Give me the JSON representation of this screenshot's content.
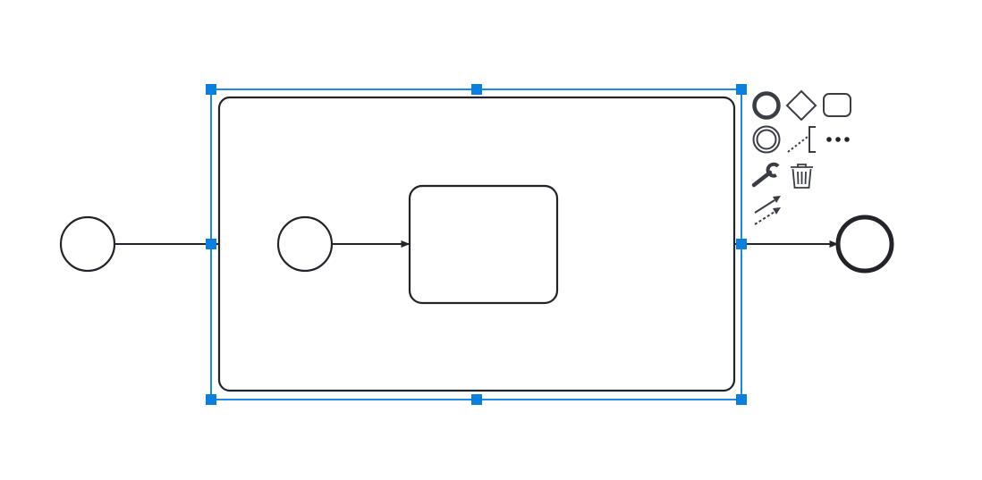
{
  "diagram": {
    "type": "bpmn-modeler",
    "elements": [
      {
        "id": "start-event-outer",
        "kind": "start-event",
        "label": ""
      },
      {
        "id": "subprocess",
        "kind": "expanded-subprocess",
        "label": "",
        "selected": true
      },
      {
        "id": "start-event-inner",
        "kind": "start-event",
        "label": ""
      },
      {
        "id": "task",
        "kind": "task",
        "label": ""
      },
      {
        "id": "end-event",
        "kind": "end-event",
        "label": ""
      }
    ],
    "flows": [
      {
        "from": "start-event-outer",
        "to": "subprocess"
      },
      {
        "from": "start-event-inner",
        "to": "task"
      },
      {
        "from": "subprocess",
        "to": "end-event"
      }
    ]
  },
  "context_pad": {
    "entries": [
      {
        "name": "append-end-event",
        "icon": "end-event-icon"
      },
      {
        "name": "append-gateway",
        "icon": "gateway-icon"
      },
      {
        "name": "append-task",
        "icon": "task-icon"
      },
      {
        "name": "append-intermediate-event",
        "icon": "intermediate-event-icon"
      },
      {
        "name": "append-text-annotation",
        "icon": "text-annotation-icon"
      },
      {
        "name": "more",
        "icon": "more-icon"
      },
      {
        "name": "change-type",
        "icon": "wrench-icon"
      },
      {
        "name": "delete",
        "icon": "trash-icon"
      },
      {
        "name": "connect",
        "icon": "connect-icon"
      }
    ]
  },
  "colors": {
    "stroke": "#22242a",
    "selection": "#1a8ae6",
    "handle": "#0b7fe0",
    "pad_icon": "#3a3d44"
  }
}
